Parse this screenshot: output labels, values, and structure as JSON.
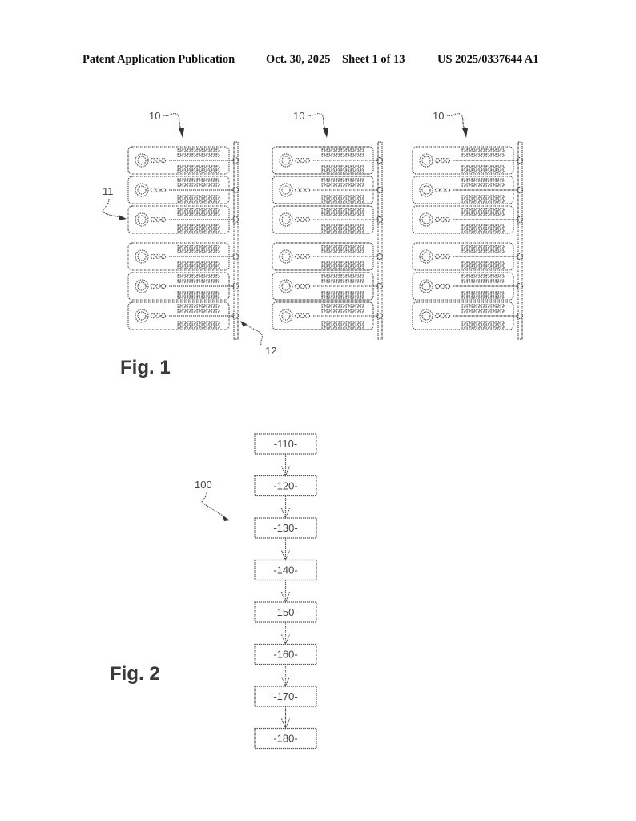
{
  "header": {
    "publication_type": "Patent Application Publication",
    "date": "Oct. 30, 2025",
    "sheet": "Sheet 1 of 13",
    "publication_number": "US 2025/0337644 A1"
  },
  "figure1": {
    "label": "Fig. 1",
    "column_ref": "10",
    "card_ref": "11",
    "rail_ref": "12",
    "columns": 3,
    "cards_per_column": 6,
    "cards_per_group": 3
  },
  "figure2": {
    "label": "Fig. 2",
    "process_ref": "100",
    "steps": [
      "-110-",
      "-120-",
      "-130-",
      "-140-",
      "-150-",
      "-160-",
      "-170-",
      "-180-"
    ]
  },
  "colors": {
    "line": "#555555",
    "text": "#444444"
  }
}
